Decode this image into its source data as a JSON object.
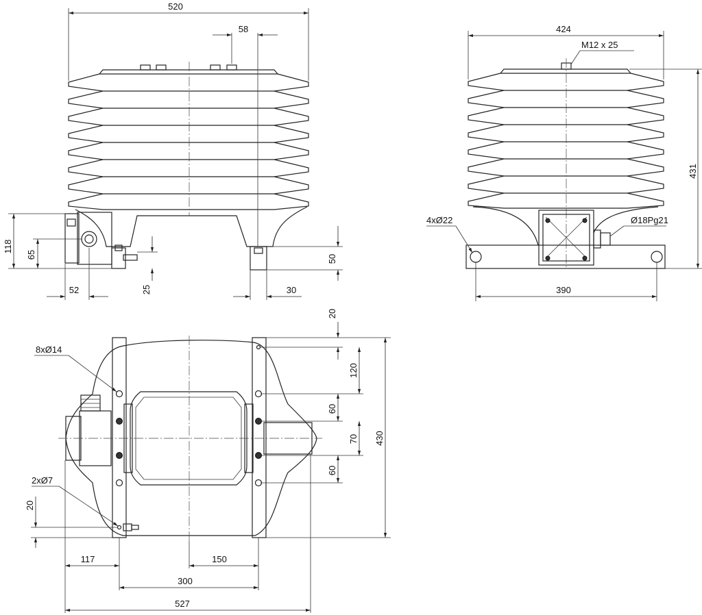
{
  "front_view": {
    "width_overall": "520",
    "terminal_spacing": "58",
    "height_box": "118",
    "height_gland": "65",
    "offset_box": "52",
    "gland_height": "25",
    "foot_height": "50",
    "foot_width": "30"
  },
  "side_view": {
    "width_overall": "424",
    "terminal_thread": "M12 x 25",
    "height_overall": "431",
    "mounting_holes": "4xØ22",
    "cable_gland": "Ø18Pg21",
    "hole_spacing": "390"
  },
  "top_view": {
    "bolt_holes": "8xØ14",
    "earth_holes": "2xØ7",
    "top_offset": "20",
    "dim_120": "120",
    "dim_60_upper": "60",
    "dim_70": "70",
    "dim_60_lower": "60",
    "depth_overall": "430",
    "left_offset_20": "20",
    "dim_117": "117",
    "dim_150": "150",
    "dim_300": "300",
    "dim_527": "527"
  }
}
